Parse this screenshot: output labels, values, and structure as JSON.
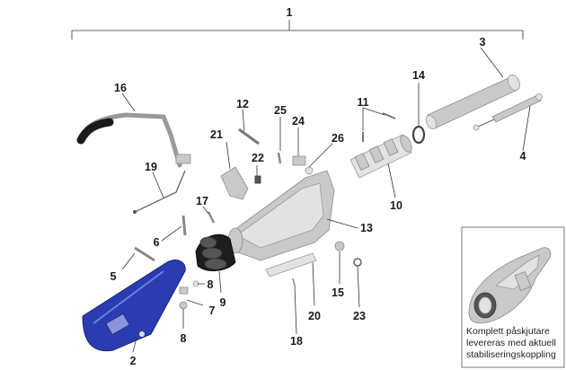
{
  "labels": {
    "l1": "1",
    "l2": "2",
    "l3": "3",
    "l4": "4",
    "l5": "5",
    "l6": "6",
    "l7": "7",
    "l8a": "8",
    "l8b": "8",
    "l9": "9",
    "l10": "10",
    "l11": "11",
    "l12": "12",
    "l13": "13",
    "l14": "14",
    "l15": "15",
    "l16": "16",
    "l17": "17",
    "l18": "18",
    "l19": "19",
    "l20": "20",
    "l21": "21",
    "l22": "22",
    "l23": "23",
    "l24": "24",
    "l25": "25",
    "l26": "26"
  },
  "inset": {
    "caption_lines": [
      "Komplett påskjutare",
      "levereras med aktuell",
      "stabiliseringskoppling"
    ]
  },
  "colors": {
    "handle_blue": "#2a3cb0",
    "part_grey": "#c9c9c9",
    "bellows_black": "#1e1e1e"
  }
}
